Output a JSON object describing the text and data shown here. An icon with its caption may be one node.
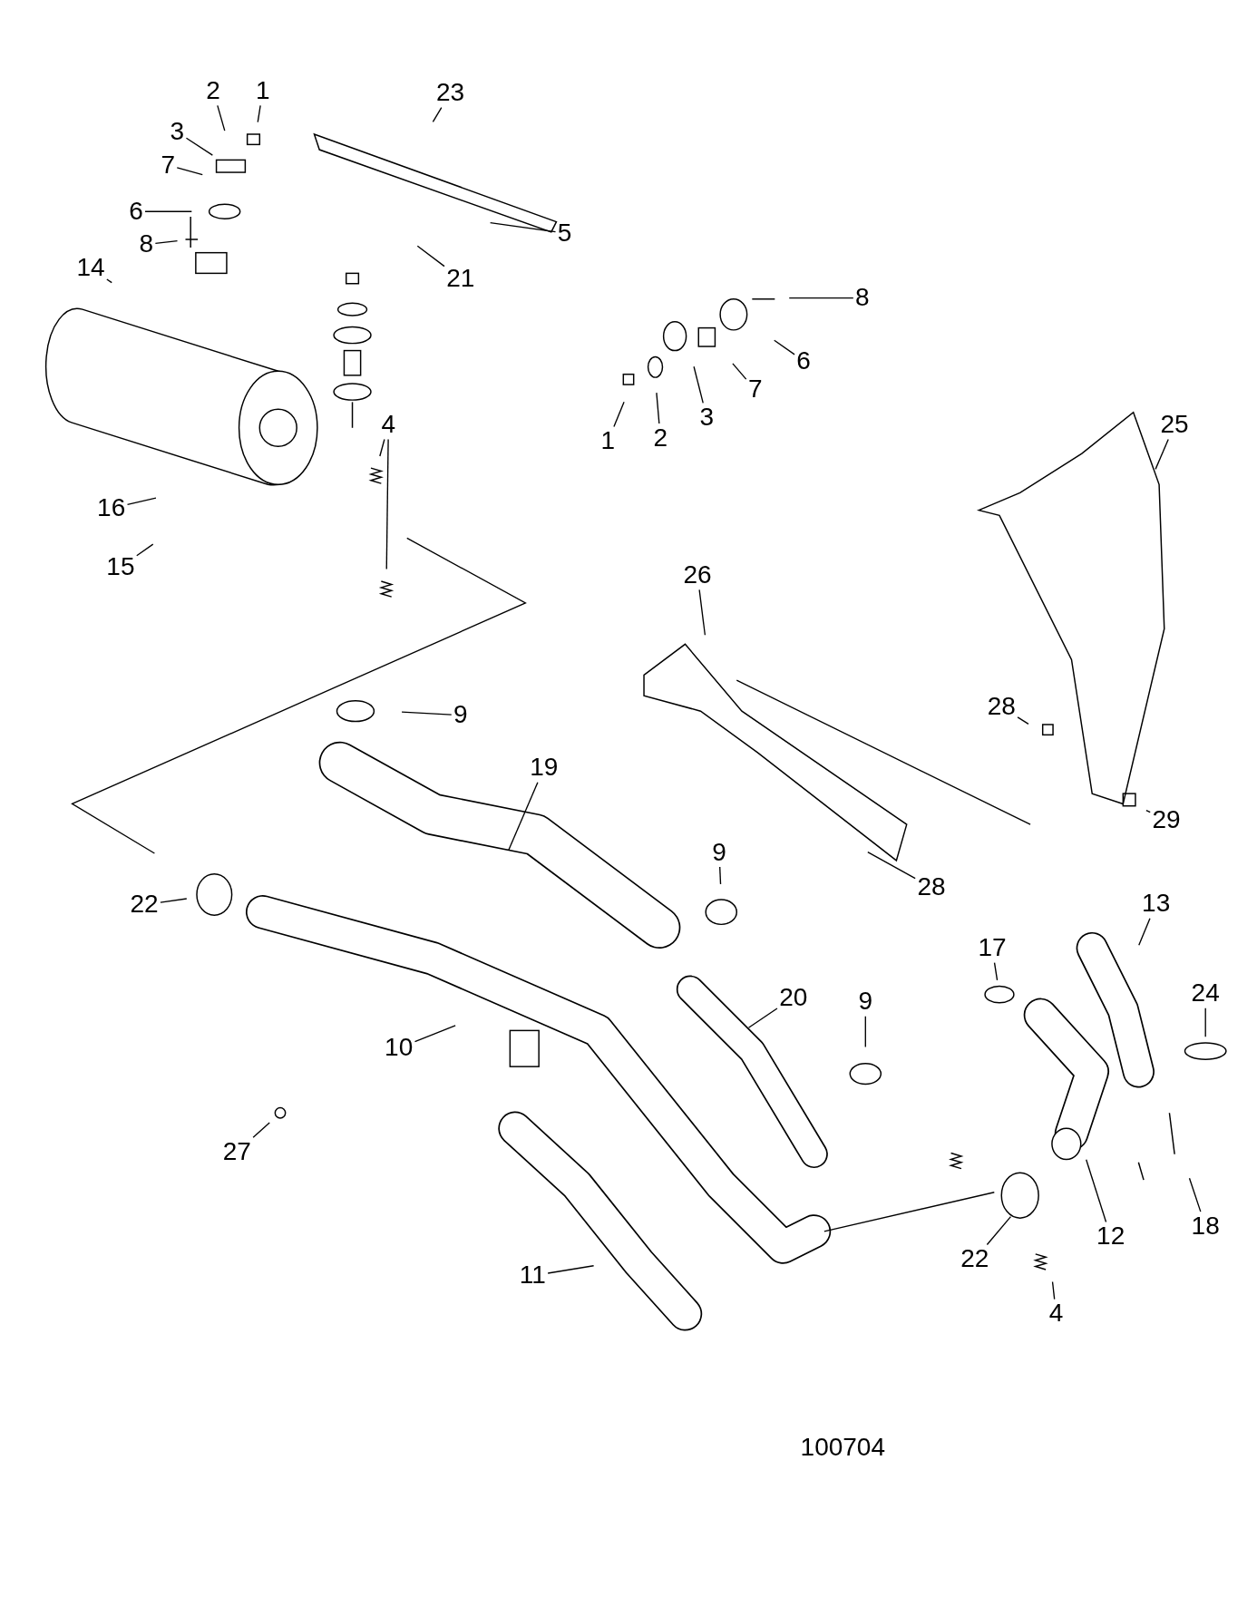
{
  "diagram": {
    "nodes": [
      {
        "text": [
          "1"
        ]
      },
      {
        "text": [
          "2"
        ]
      },
      {
        "text": [
          "3"
        ]
      },
      {
        "text": [
          "7"
        ]
      },
      {
        "text": [
          "6"
        ]
      },
      {
        "text": [
          "8"
        ]
      },
      {
        "text": [
          "23"
        ]
      },
      {
        "text": [
          "5"
        ]
      },
      {
        "text": [
          "21"
        ]
      },
      {
        "text": [
          "14"
        ]
      },
      {
        "text": [
          "4"
        ]
      },
      {
        "text": [
          "16"
        ]
      },
      {
        "text": [
          "15"
        ]
      },
      {
        "text": [
          "8"
        ]
      },
      {
        "text": [
          "6"
        ]
      },
      {
        "text": [
          "7"
        ]
      },
      {
        "text": [
          "3"
        ]
      },
      {
        "text": [
          "2"
        ]
      },
      {
        "text": [
          "1"
        ]
      },
      {
        "text": [
          "25"
        ]
      },
      {
        "text": [
          "26"
        ]
      },
      {
        "text": [
          "28"
        ]
      },
      {
        "text": [
          "9"
        ]
      },
      {
        "text": [
          "19"
        ]
      },
      {
        "text": [
          "29"
        ]
      },
      {
        "text": [
          "28"
        ]
      },
      {
        "text": [
          "22"
        ]
      },
      {
        "text": [
          "9"
        ]
      },
      {
        "text": [
          "13"
        ]
      },
      {
        "text": [
          "17"
        ]
      },
      {
        "text": [
          "24"
        ]
      },
      {
        "text": [
          "20"
        ]
      },
      {
        "text": [
          "9"
        ]
      },
      {
        "text": [
          "10"
        ]
      },
      {
        "text": [
          "27"
        ]
      },
      {
        "text": [
          "12"
        ]
      },
      {
        "text": [
          "18"
        ]
      },
      {
        "text": [
          "22"
        ]
      },
      {
        "text": [
          "4"
        ]
      },
      {
        "text": [
          "11"
        ]
      }
    ],
    "edges": [
      {
        "from": 0,
        "to": null,
        "arrow": "none"
      },
      {
        "from": 1,
        "to": null,
        "arrow": "none"
      },
      {
        "from": 2,
        "to": null,
        "arrow": "none"
      },
      {
        "from": 3,
        "to": null,
        "arrow": "none"
      },
      {
        "from": 4,
        "to": null,
        "arrow": "none"
      },
      {
        "from": 5,
        "to": null,
        "arrow": "none"
      },
      {
        "from": 6,
        "to": null,
        "arrow": "none"
      },
      {
        "from": 7,
        "to": null,
        "arrow": "none"
      },
      {
        "from": 8,
        "to": null,
        "arrow": "none"
      },
      {
        "from": 9,
        "to": null,
        "arrow": "none"
      },
      {
        "from": 10,
        "to": null,
        "arrow": "none"
      },
      {
        "from": 10,
        "to": null,
        "arrow": "none"
      },
      {
        "from": 11,
        "to": null,
        "arrow": "none"
      },
      {
        "from": 12,
        "to": null,
        "arrow": "none"
      },
      {
        "from": 13,
        "to": null,
        "arrow": "none"
      },
      {
        "from": 14,
        "to": null,
        "arrow": "none"
      },
      {
        "from": 15,
        "to": null,
        "arrow": "none"
      },
      {
        "from": 16,
        "to": null,
        "arrow": "none"
      },
      {
        "from": 17,
        "to": null,
        "arrow": "none"
      },
      {
        "from": 18,
        "to": null,
        "arrow": "none"
      },
      {
        "from": 19,
        "to": null,
        "arrow": "none"
      },
      {
        "from": 20,
        "to": null,
        "arrow": "none"
      },
      {
        "from": 21,
        "to": null,
        "arrow": "none"
      },
      {
        "from": 22,
        "to": null,
        "arrow": "none"
      },
      {
        "from": 23,
        "to": null,
        "arrow": "none"
      },
      {
        "from": 24,
        "to": null,
        "arrow": "none"
      },
      {
        "from": 25,
        "to": null,
        "arrow": "none"
      },
      {
        "from": 26,
        "to": null,
        "arrow": "none"
      },
      {
        "from": 27,
        "to": null,
        "arrow": "none"
      },
      {
        "from": 28,
        "to": null,
        "arrow": "none"
      },
      {
        "from": 29,
        "to": null,
        "arrow": "none"
      },
      {
        "from": 30,
        "to": null,
        "arrow": "none"
      },
      {
        "from": 31,
        "to": null,
        "arrow": "none"
      },
      {
        "from": 32,
        "to": null,
        "arrow": "none"
      },
      {
        "from": 33,
        "to": null,
        "arrow": "none"
      },
      {
        "from": 34,
        "to": null,
        "arrow": "none"
      },
      {
        "from": 35,
        "to": null,
        "arrow": "none"
      },
      {
        "from": 36,
        "to": null,
        "arrow": "none"
      },
      {
        "from": 37,
        "to": null,
        "arrow": "none"
      },
      {
        "from": 38,
        "to": null,
        "arrow": "none"
      },
      {
        "from": 39,
        "to": null,
        "arrow": "none"
      }
    ],
    "labels": [
      "100704"
    ]
  }
}
